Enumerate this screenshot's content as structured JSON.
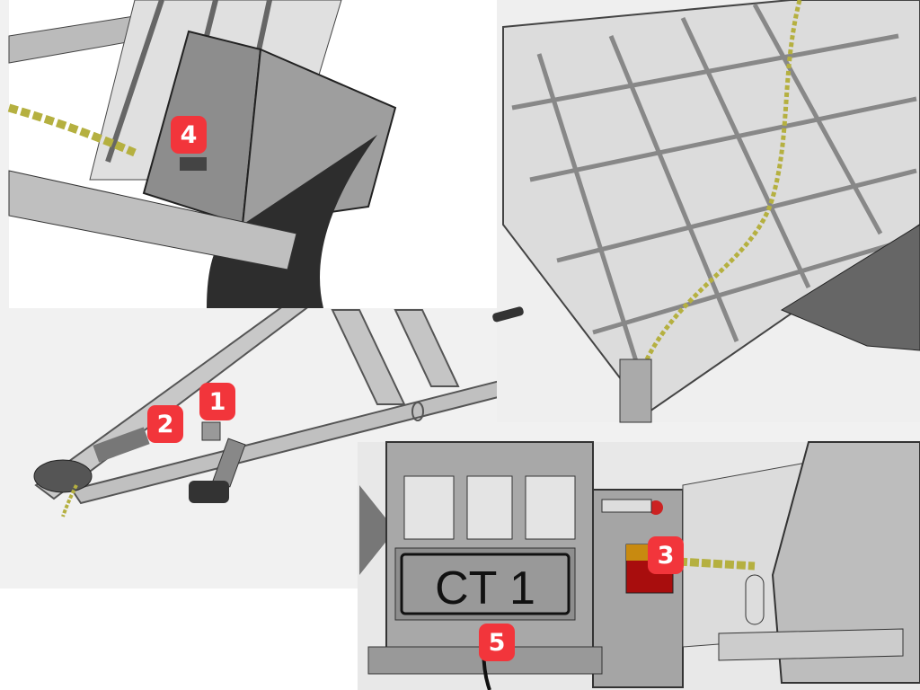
{
  "callouts": [
    {
      "number": "1",
      "label": "1"
    },
    {
      "number": "2",
      "label": "2"
    },
    {
      "number": "3",
      "label": "3"
    },
    {
      "number": "4",
      "label": "4"
    },
    {
      "number": "5",
      "label": "5"
    }
  ],
  "license_plate": {
    "text": "CT 1"
  },
  "colors": {
    "badge": "#f2353b",
    "chain": "#b5b040",
    "frame": "#8a8a8a",
    "background": "#f2f2f2"
  }
}
